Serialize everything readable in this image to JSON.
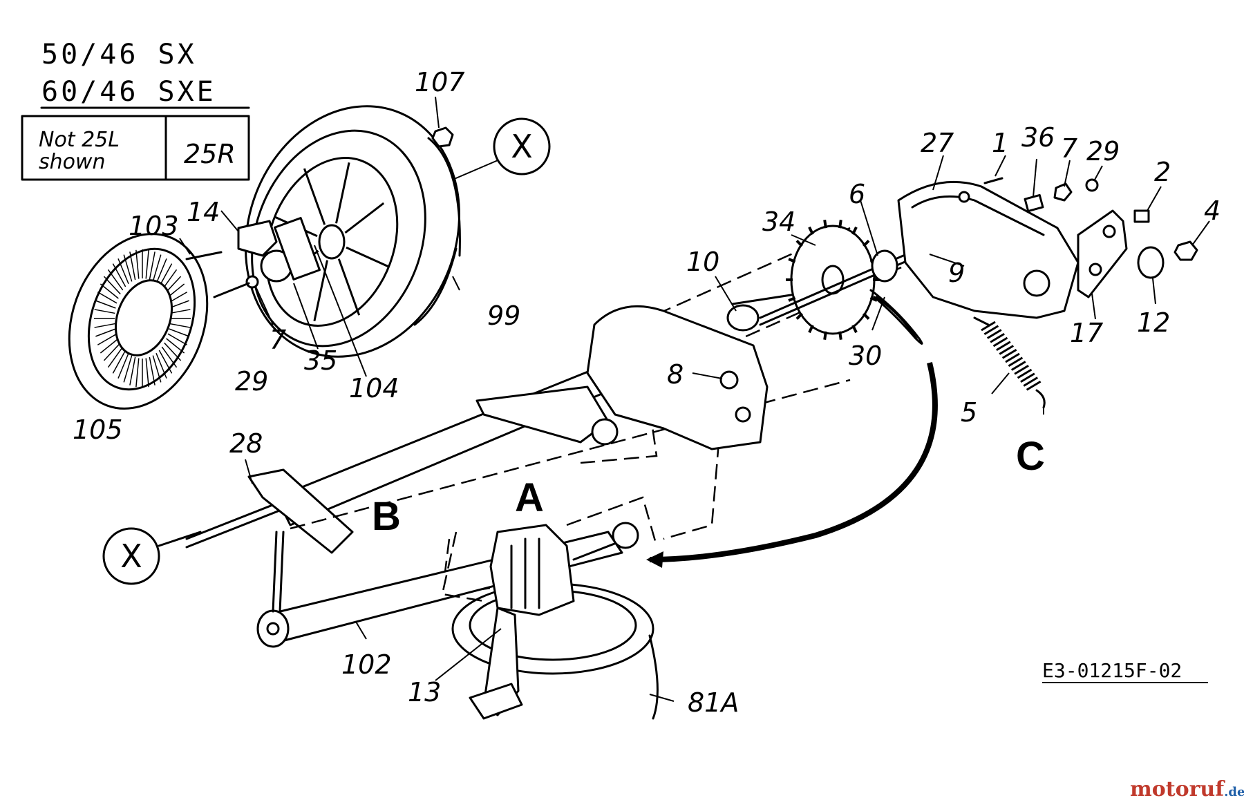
{
  "models": [
    "50/46 SX",
    "60/46 SXE"
  ],
  "note_box": {
    "line1": "Not  25L",
    "line2": "shown",
    "part": "25R"
  },
  "big_labels": {
    "a": "A",
    "b": "B",
    "c": "C"
  },
  "circle_refs": [
    "X",
    "X"
  ],
  "part_numbers": {
    "n107": "107",
    "n25r": "25R",
    "n103": "103",
    "n14": "14",
    "n7a": "7",
    "n29a": "29",
    "n35": "35",
    "n104": "104",
    "n105": "105",
    "n99": "99",
    "n28": "28",
    "n102": "102",
    "n13": "13",
    "n81a": "81A",
    "n10": "10",
    "n34": "34",
    "n6": "6",
    "n9": "9",
    "n30": "30",
    "n8": "8",
    "n27": "27",
    "n1": "1",
    "n36": "36",
    "n7b": "7",
    "n29b": "29",
    "n2": "2",
    "n4": "4",
    "n12": "12",
    "n17": "17",
    "n5": "5"
  },
  "drawing_ref": "E3-01215F-02",
  "watermark": {
    "part1": "motoruf",
    "part2": ".de",
    "color1": "#c0392b",
    "color2": "#1f5fa8"
  }
}
